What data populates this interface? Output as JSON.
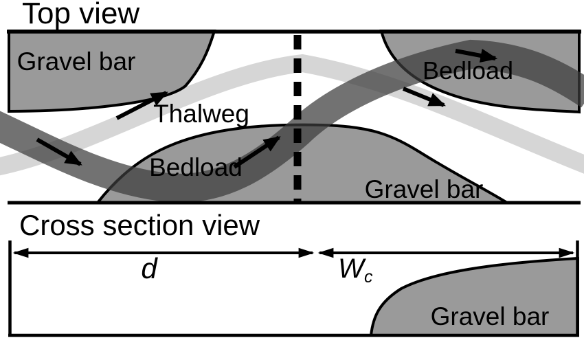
{
  "colors": {
    "background": "#ffffff",
    "gravel_bar_fill": "#9a9a9a",
    "thalweg_band": "#d6d6d6",
    "bedload_band": "rgba(60,60,60,0.72)",
    "line": "#000000"
  },
  "top_view": {
    "title": "Top view",
    "gravel_bar_upper_left_label": "Gravel bar",
    "thalweg_label": "Thalweg",
    "bedload_left_label": "Bedload",
    "bedload_right_label": "Bedload",
    "gravel_bar_lower_label": "Gravel bar"
  },
  "cross_section": {
    "title": "Cross section view",
    "d_label": "d",
    "w_label": "W",
    "w_subscript": "c",
    "gravel_bar_label": "Gravel bar"
  }
}
